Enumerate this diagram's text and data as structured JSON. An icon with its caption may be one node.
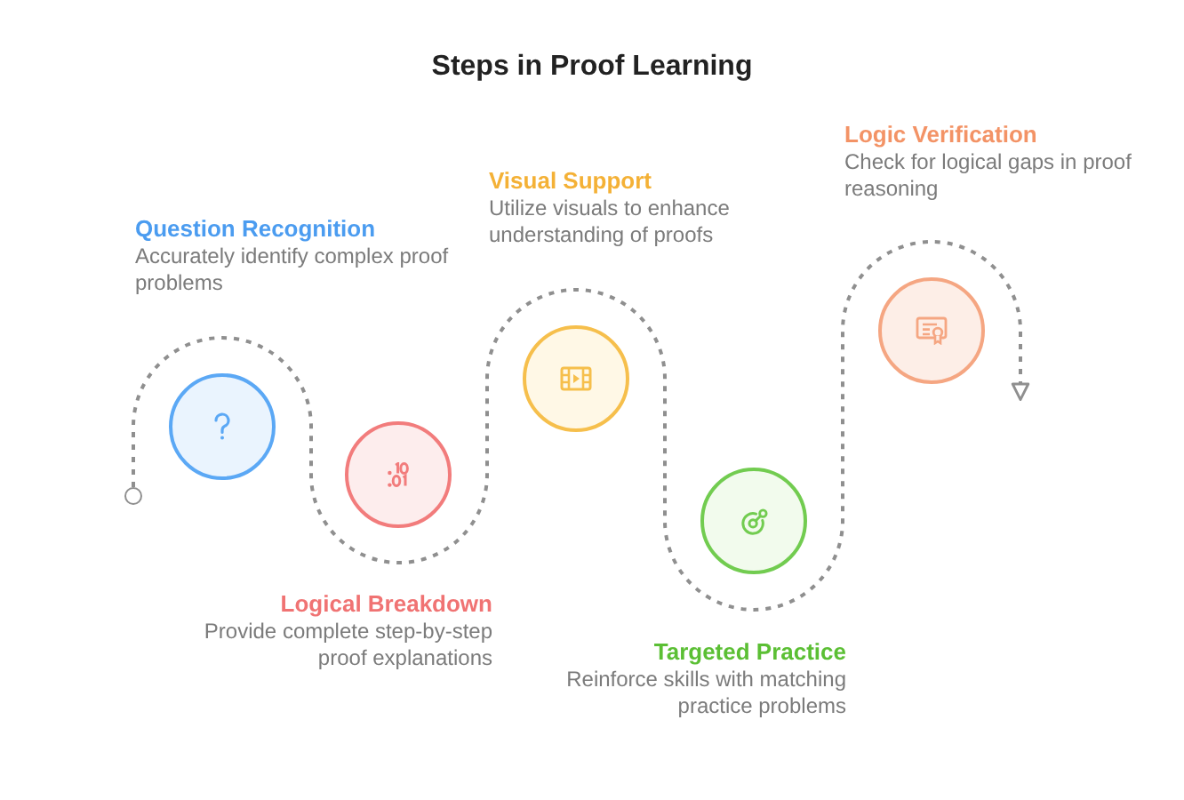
{
  "diagram": {
    "title": "Steps in Proof Learning",
    "nodes": [
      {
        "text": [],
        "shape": "circle"
      },
      {
        "text": [],
        "shape": "circle",
        "beside": [
          "Question Recognition",
          "Accurately identify complex proof problems"
        ]
      },
      {
        "text": [],
        "shape": "circle",
        "beside": [
          "Logical Breakdown",
          "Provide complete step-by-step proof explanations"
        ]
      },
      {
        "text": [],
        "shape": "circle",
        "beside": [
          "Visual Support",
          "Utilize visuals to enhance understanding of proofs"
        ]
      },
      {
        "text": [],
        "shape": "circle",
        "beside": [
          "Targeted Practice",
          "Reinforce skills with matching practice problems"
        ]
      },
      {
        "text": [],
        "shape": "circle",
        "beside": [
          "Logic Verification",
          "Check for logical gaps in proof reasoning"
        ]
      }
    ],
    "edges": [
      {
        "from": 0,
        "to": 5,
        "arrow": "to",
        "style": "dashed"
      }
    ]
  }
}
